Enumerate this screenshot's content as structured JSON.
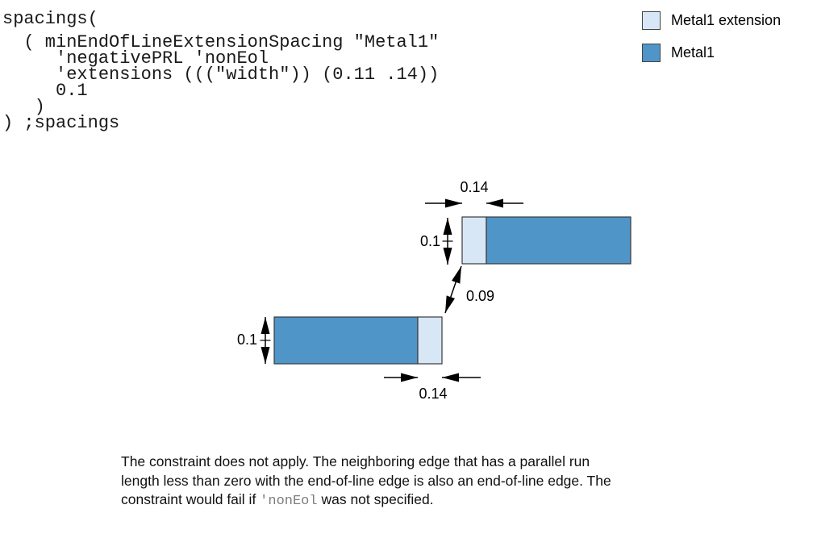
{
  "code_block": {
    "lines": [
      "spacings(",
      "  ( minEndOfLineExtensionSpacing \"Metal1\"",
      "     'negativePRL 'nonEol",
      "     'extensions (((\"width\")) (0.11 .14))",
      "     0.1",
      "   )",
      ") ;spacings"
    ]
  },
  "legend": {
    "items": [
      {
        "label": "Metal1 extension",
        "color": "#D8E7F5"
      },
      {
        "label": "Metal1",
        "color": "#4F95C8"
      }
    ]
  },
  "diagram": {
    "colors": {
      "metal1": "#4F95C8",
      "metal1_extension": "#D8E7F5",
      "outline": "#3a3a3a",
      "dimension": "#000000"
    },
    "dimensions": {
      "top_extension_width": "0.14",
      "top_bar_height": "0.1",
      "eol_spacing": "0.09",
      "bottom_bar_height": "0.1",
      "bottom_extension_width": "0.14"
    }
  },
  "caption": {
    "line1": "The constraint does not apply. The neighboring edge that has a parallel run",
    "line2": "length less than zero with the end-of-line edge is also an end-of-line edge. The",
    "line3_pre": "constraint would fail if ",
    "line3_code": "'nonEol",
    "line3_post": " was not specified."
  }
}
